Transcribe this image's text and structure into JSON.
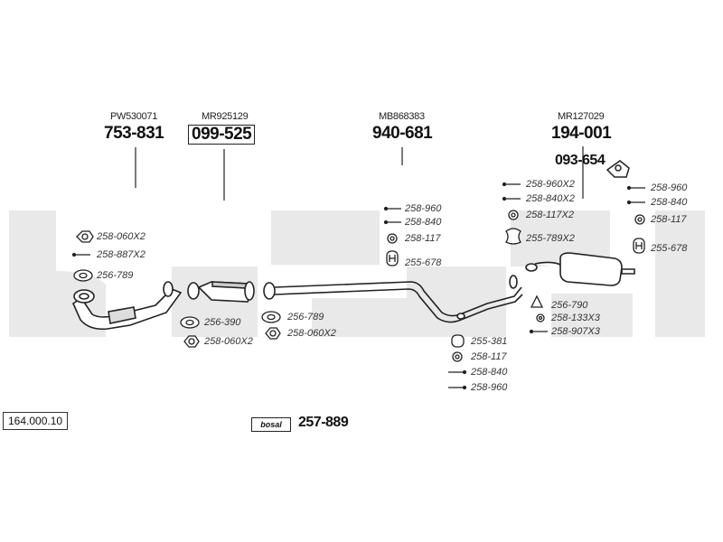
{
  "document": {
    "reference_code": "164.000.10",
    "bosal_badge": "bosal",
    "kit_number": "257-889"
  },
  "oem_numbers": {
    "front_pipe": "PW530071",
    "catalyst": "MR925129",
    "middle_pipe": "MB868383",
    "rear_silencer": "MR127029"
  },
  "main_parts": {
    "front_pipe": "753-831",
    "catalyst": "099-525",
    "middle_pipe": "940-681",
    "rear_silencer": "194-001",
    "rear_bracket": "093-654"
  },
  "fittings": {
    "front_nut": "258-060X2",
    "front_bolt": "258-887X2",
    "front_gasket": "256-789",
    "cat_gasket": "256-390",
    "cat_nut": "258-060X2",
    "mid_gasket": "256-789",
    "mid_nut": "258-060X2",
    "mid_bolt_top": "258-960",
    "mid_washer_top": "258-840",
    "mid_ring_top": "258-117",
    "mid_hanger_top": "255-678",
    "mid_hanger_bottom": "255-381",
    "mid_ring_bottom": "258-117",
    "mid_washer_bottom": "258-840",
    "mid_bolt_bottom": "258-960",
    "rear_bolt_left": "258-960X2",
    "rear_washer_left": "258-840X2",
    "rear_ring_left": "258-117X2",
    "rear_hanger_left": "255-789X2",
    "rear_bolt_right": "258-960",
    "rear_washer_right": "258-840",
    "rear_ring_right": "258-117",
    "rear_hanger_right": "255-678",
    "rear_gasket": "256-790",
    "rear_clamp": "258-133X3",
    "rear_bolt_bottom": "258-907X3"
  },
  "colors": {
    "watermark": "#e8e8e8",
    "line": "#222222"
  }
}
